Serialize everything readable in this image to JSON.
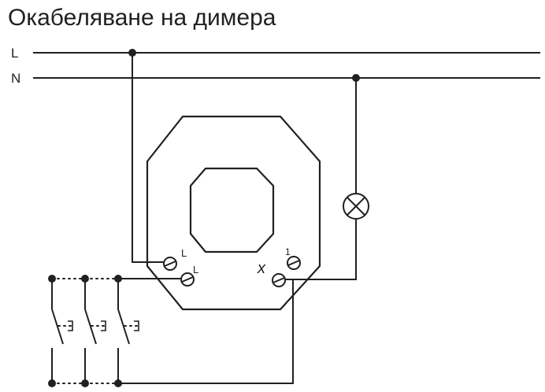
{
  "title": "Окабеляване на димера",
  "lines": {
    "phase": "L",
    "neutral": "N"
  },
  "terminals": {
    "input_top": "L",
    "input_bottom": "L",
    "output_symbol": "x",
    "output_number": "1"
  },
  "colors": {
    "ink": "#231f20",
    "background": "#ffffff"
  },
  "icons": {
    "lamp": "lamp-symbol-icon",
    "switch": "push-button-switch-icon"
  }
}
